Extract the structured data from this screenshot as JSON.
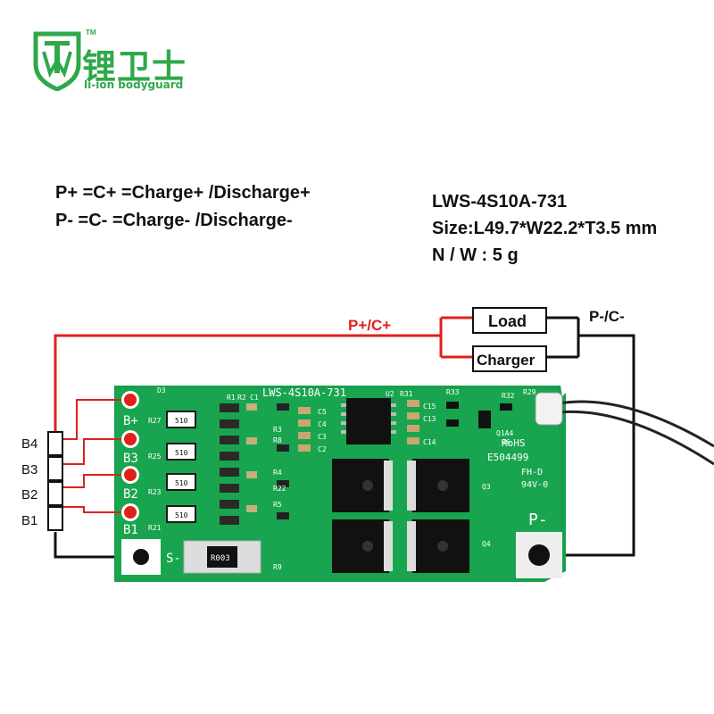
{
  "logo": {
    "cn_text": "锂卫士",
    "en_text": "li-ion bodyguard",
    "tm": "TM"
  },
  "definitions": {
    "line1": "P+ =C+ =Charge+ /Discharge+",
    "line2": "P-  =C- =Charge- /Discharge-"
  },
  "specs": {
    "model": "LWS-4S10A-731",
    "size": "Size:L49.7*W22.2*T3.5 mm",
    "weight": "N / W : 5 g"
  },
  "wiring": {
    "positive_label": "P+/C+",
    "negative_label": "P-/C-",
    "load_label": "Load",
    "charger_label": "Charger",
    "positive_color": "#e0201b",
    "negative_color": "#111111"
  },
  "cell_labels": [
    "B4",
    "B3",
    "B2",
    "B1"
  ],
  "board": {
    "color": "#17a04c",
    "silk_model": "LWS-4S10A-731",
    "pad_labels": [
      "B+",
      "B3",
      "B2",
      "B1",
      "S-",
      "P-"
    ],
    "marks": [
      "RoHS",
      "E504499",
      "FH-D",
      "94V-0"
    ],
    "refs": [
      "D3",
      "R1",
      "R2",
      "C1",
      "R27",
      "R25",
      "R23",
      "R21",
      "R3",
      "R8",
      "R4",
      "R22",
      "R5",
      "R9",
      "U2",
      "C5",
      "C4",
      "C3",
      "C2",
      "R31",
      "C15",
      "C13",
      "C14",
      "R33",
      "R32",
      "R29",
      "Q1A4",
      "R6",
      "Q3",
      "Q4"
    ],
    "resistor_codes": [
      "510",
      "510",
      "510",
      "510"
    ],
    "shunt_code": "R003"
  }
}
